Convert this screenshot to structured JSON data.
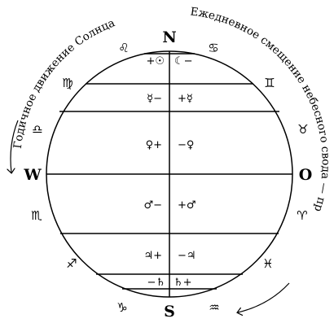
{
  "cardinals": {
    "north": "N",
    "south": "S",
    "west": "W",
    "east": "O"
  },
  "captions": {
    "left": "Годичное движение Солнца",
    "right": "Ежедневное смещение небесного свода — прецессия *"
  },
  "zodiac": {
    "leo": "♌",
    "cancer": "♋",
    "virgo": "♍",
    "gemini": "♊",
    "libra": "♎",
    "taurus": "♉",
    "scorpio": "♏",
    "aries": "♈",
    "sagittarius": "♐",
    "pisces": "♓",
    "capricorn": "♑",
    "aquarius": "♒"
  },
  "bands": [
    {
      "left": "+☉",
      "right": "☾−"
    },
    {
      "left": "☿−",
      "right": "+☿"
    },
    {
      "left": "♀+",
      "right": "−♀"
    },
    {
      "left": "♂−",
      "right": "+♂"
    },
    {
      "left": "♃+",
      "right": "−♃"
    },
    {
      "left": "−♄",
      "right": "♄+"
    }
  ],
  "colors": {
    "ink": "#000000",
    "background": "#ffffff"
  }
}
